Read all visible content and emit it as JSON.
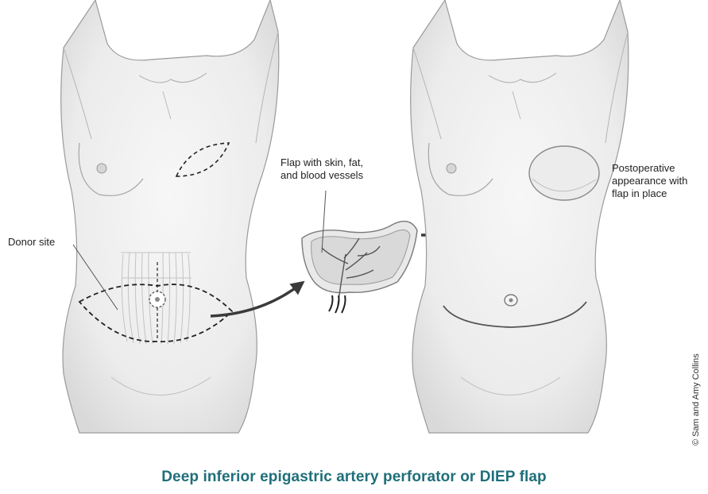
{
  "labels": {
    "donor_site": "Donor site",
    "flap": [
      "Flap with skin, fat,",
      "and blood vessels"
    ],
    "postoperative": [
      "Postoperative",
      "appearance with",
      "flap in place"
    ]
  },
  "caption": "Deep inferior epigastric artery perforator or DIEP flap",
  "copyright": "© Sam and Amy Collins",
  "colors": {
    "caption": "#1f6f7a",
    "skin_fill": "#f0f0f0",
    "outline": "#9a9a9a",
    "dashed": "#222222",
    "arrow": "#3a3a3a"
  }
}
